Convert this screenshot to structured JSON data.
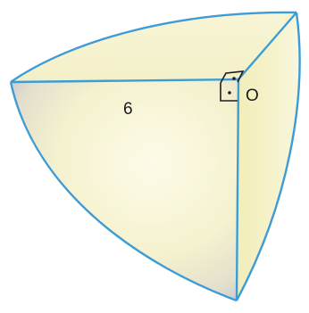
{
  "figure": {
    "radius_label": "6",
    "center_label": "O",
    "right_angle_marker": "right-angle-with-dots"
  },
  "colors": {
    "edge": "#3d9cd6",
    "face_light": "#fbf9e2",
    "face_mid": "#f2efc6",
    "face_shadow": "#c9c6cf",
    "marker": "#1f1f1f"
  }
}
